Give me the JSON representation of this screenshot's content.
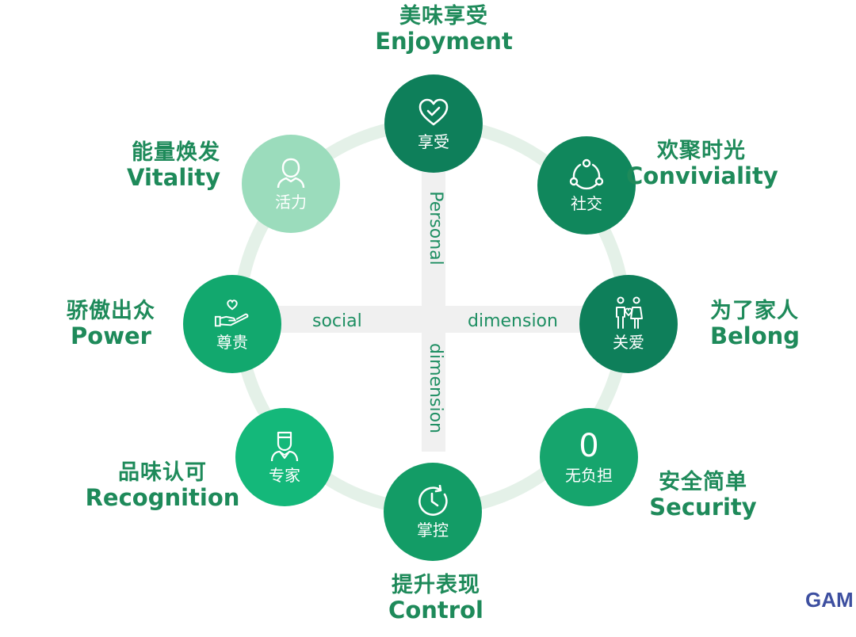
{
  "axes": {
    "horizontal_left": "social",
    "horizontal_right": "dimension",
    "vertical_top": "Personal",
    "vertical_bottom": "dimension"
  },
  "colors": {
    "ring": "#e4f1e8",
    "axis_bar": "#f0f0f0",
    "caption": "#1e8a5a",
    "axis_text": "#1f8f63",
    "brand": "#3d4fa0"
  },
  "nodes": [
    {
      "id": "enjoyment",
      "label": "享受",
      "caption_zh": "美味享受",
      "caption_en": "Enjoyment",
      "icon": "heart-check-icon",
      "color": "#0e7f5a"
    },
    {
      "id": "conviviality",
      "label": "社交",
      "caption_zh": "欢聚时光",
      "caption_en": "Conviviality",
      "icon": "share-nodes-icon",
      "color": "#10875c"
    },
    {
      "id": "belong",
      "label": "关爱",
      "caption_zh": "为了家人",
      "caption_en": "Belong",
      "icon": "family-icon",
      "color": "#0e7f5a"
    },
    {
      "id": "security",
      "label": "无负担",
      "caption_zh": "安全简单",
      "caption_en": "Security",
      "icon": "zero-glyph",
      "symbol": "0",
      "color": "#16a56d"
    },
    {
      "id": "control",
      "label": "掌控",
      "caption_zh": "提升表现",
      "caption_en": "Control",
      "icon": "clock-icon",
      "color": "#139c66"
    },
    {
      "id": "recognition",
      "label": "专家",
      "caption_zh": "品味认可",
      "caption_en": "Recognition",
      "icon": "expert-icon",
      "color": "#14b87a"
    },
    {
      "id": "power",
      "label": "尊贵",
      "caption_zh": "骄傲出众",
      "caption_en": "Power",
      "icon": "hand-heart-icon",
      "color": "#12a86e"
    },
    {
      "id": "vitality",
      "label": "活力",
      "caption_zh": "能量焕发",
      "caption_en": "Vitality",
      "icon": "person-icon",
      "color": "#9bdcbc"
    }
  ],
  "brand": "GAM"
}
